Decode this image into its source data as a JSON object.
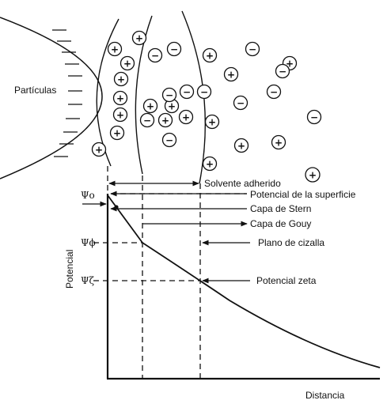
{
  "labels": {
    "particles": "Partículas",
    "solvent_adhered": "Solvente adherido",
    "surface_potential": "Potencial de la superficie",
    "stern_layer": "Capa de Stern",
    "gouy_layer": "Capa de Gouy",
    "shear_plane": "Plano de cizalla",
    "zeta_potential": "Potencial zeta",
    "y_axis": "Potencial",
    "x_axis": "Distancia"
  },
  "symbols": {
    "psi_0": "Ψo",
    "psi_phi": "Ψϕ",
    "psi_zeta": "Ψζ"
  },
  "ions": [
    {
      "sign": "+"
    },
    {
      "sign": "+"
    },
    {
      "sign": "+"
    },
    {
      "sign": "+"
    },
    {
      "sign": "+"
    },
    {
      "sign": "+"
    },
    {
      "sign": "+"
    },
    {
      "sign": "+"
    },
    {
      "sign": "+"
    },
    {
      "sign": "+"
    },
    {
      "sign": "+"
    },
    {
      "sign": "+"
    },
    {
      "sign": "+"
    },
    {
      "sign": "+"
    },
    {
      "sign": "+"
    },
    {
      "sign": "+"
    },
    {
      "sign": "+"
    },
    {
      "sign": "+"
    },
    {
      "sign": "+"
    },
    {
      "sign": "−"
    },
    {
      "sign": "−"
    },
    {
      "sign": "−"
    },
    {
      "sign": "−"
    },
    {
      "sign": "−"
    },
    {
      "sign": "−"
    },
    {
      "sign": "−"
    },
    {
      "sign": "−"
    },
    {
      "sign": "−"
    },
    {
      "sign": "−"
    },
    {
      "sign": "−"
    },
    {
      "sign": "−"
    }
  ]
}
